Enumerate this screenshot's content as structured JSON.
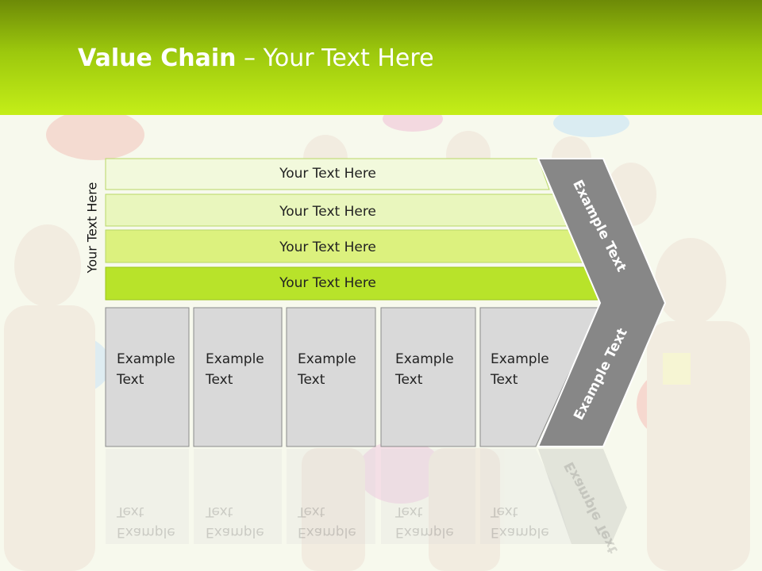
{
  "slide": {
    "title_bold": "Value Chain",
    "title_rest": " – Your Text Here"
  },
  "side_label": "Your Text Here",
  "bands": [
    {
      "label": "Your Text Here",
      "color": "#f2f9dc"
    },
    {
      "label": "Your Text Here",
      "color": "#e9f6bd"
    },
    {
      "label": "Your Text Here",
      "color": "#dcf17e"
    },
    {
      "label": "Your Text Here",
      "color": "#b8e32a"
    }
  ],
  "cells": [
    {
      "line1": "Example",
      "line2": "Text"
    },
    {
      "line1": "Example",
      "line2": "Text"
    },
    {
      "line1": "Example",
      "line2": "Text"
    },
    {
      "line1": "Example",
      "line2": "Text"
    },
    {
      "line1": "Example",
      "line2": "Text"
    }
  ],
  "chevron": {
    "upper_text": "Example Text",
    "lower_text": "Example Text",
    "color": "#878787"
  },
  "colors": {
    "header_dark": "#6d8a07",
    "header_light": "#c4ee18",
    "cell_fill": "#d9d9d9"
  }
}
